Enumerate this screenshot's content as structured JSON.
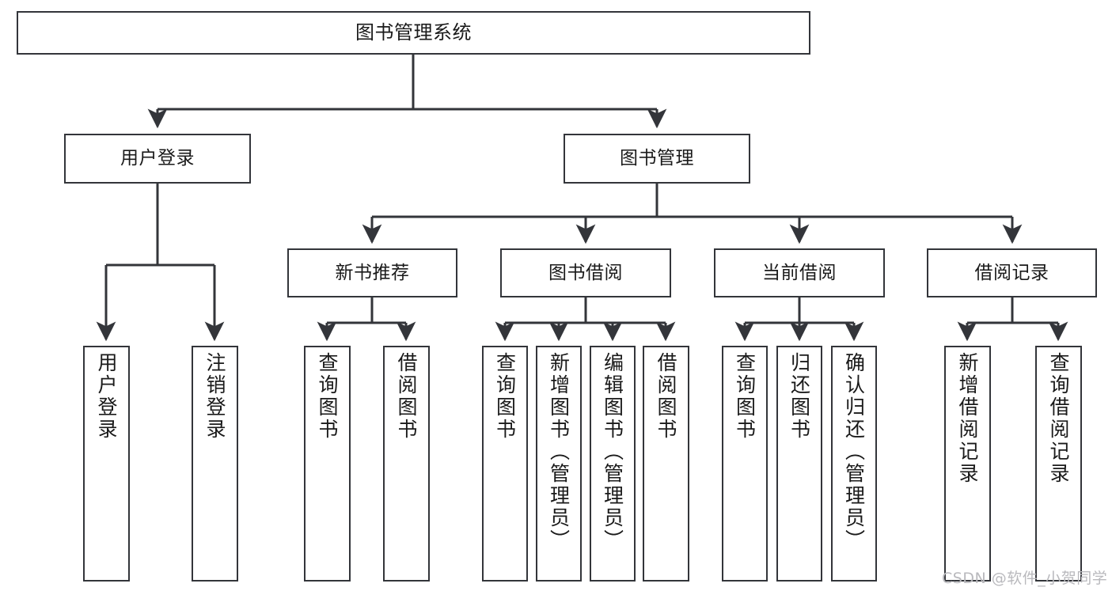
{
  "diagram": {
    "title_box": {
      "label": "图书管理系统"
    },
    "level2": [
      {
        "id": "user-login",
        "label": "用户登录"
      },
      {
        "id": "book-management",
        "label": "图书管理"
      }
    ],
    "level3": [
      {
        "id": "new-book-recommend",
        "label": "新书推荐"
      },
      {
        "id": "book-borrow",
        "label": "图书借阅"
      },
      {
        "id": "current-borrow",
        "label": "当前借阅"
      },
      {
        "id": "borrow-record",
        "label": "借阅记录"
      }
    ],
    "leaves": {
      "user_login": [
        {
          "id": "leaf-user-login",
          "label": "用户登录"
        },
        {
          "id": "leaf-logout-login",
          "label": "注销登录"
        }
      ],
      "new_book_recommend": [
        {
          "id": "leaf-query-book-1",
          "label": "查询图书"
        },
        {
          "id": "leaf-borrow-book-1",
          "label": "借阅图书"
        }
      ],
      "book_borrow": [
        {
          "id": "leaf-query-book-2",
          "label": "查询图书"
        },
        {
          "id": "leaf-add-book",
          "label": "新增图书（管理员）"
        },
        {
          "id": "leaf-edit-book",
          "label": "编辑图书（管理员）"
        },
        {
          "id": "leaf-borrow-book-2",
          "label": "借阅图书"
        }
      ],
      "current_borrow": [
        {
          "id": "leaf-query-book-3",
          "label": "查询图书"
        },
        {
          "id": "leaf-return-book",
          "label": "归还图书"
        },
        {
          "id": "leaf-confirm-return",
          "label": "确认归还（管理员）"
        }
      ],
      "borrow_record": [
        {
          "id": "leaf-add-borrow-record",
          "label": "新增借阅记录"
        },
        {
          "id": "leaf-query-borrow-record",
          "label": "查询借阅记录"
        }
      ]
    },
    "watermark": {
      "text": "CSDN @软件_小贺同学"
    },
    "colors": {
      "stroke": "#33353a",
      "background": "#ffffff",
      "text": "#1a1a1a",
      "watermark": "#b9b9bd"
    }
  }
}
